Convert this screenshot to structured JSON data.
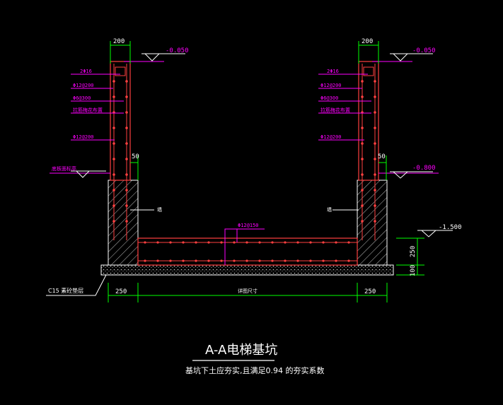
{
  "title": "A-A电梯基坑",
  "subtitle": "基坑下土应夯实,且满足0.94 的夯实系数",
  "dims": {
    "wall_thk_left": "200",
    "wall_thk_right": "200",
    "pad_left": "250",
    "pad_right": "250",
    "inner_width": "详图尺寸",
    "slab_thk": "250",
    "cushion_thk": "100",
    "offset_50_left": "50",
    "offset_50_right": "50"
  },
  "elevations": {
    "top_left": "-0.050",
    "top_right": "-0.050",
    "mid_right": "-0.800",
    "pit_bottom": "-1.500",
    "mid_left_note": "底板面标高"
  },
  "rebar_left": {
    "r1": "2Φ16",
    "r2": "Φ12@200",
    "r3": "Φ6@300",
    "r4": "拉筋梅花布置",
    "r5": "Φ12@200"
  },
  "rebar_right": {
    "r1": "2Φ16",
    "r2": "Φ12@200",
    "r3": "Φ6@300",
    "r4": "拉筋梅花布置",
    "r5": "Φ12@200"
  },
  "slab_rebar": "Φ12@150",
  "wall_tag_left": "墙",
  "wall_tag_right": "墙",
  "cushion_note": "C15 素砼垫层",
  "colors": {
    "background": "#000000",
    "rebar_lines": "#ff00ff",
    "concrete": "#ff4040",
    "dims": "#00ff00",
    "outline": "#ffffff"
  }
}
